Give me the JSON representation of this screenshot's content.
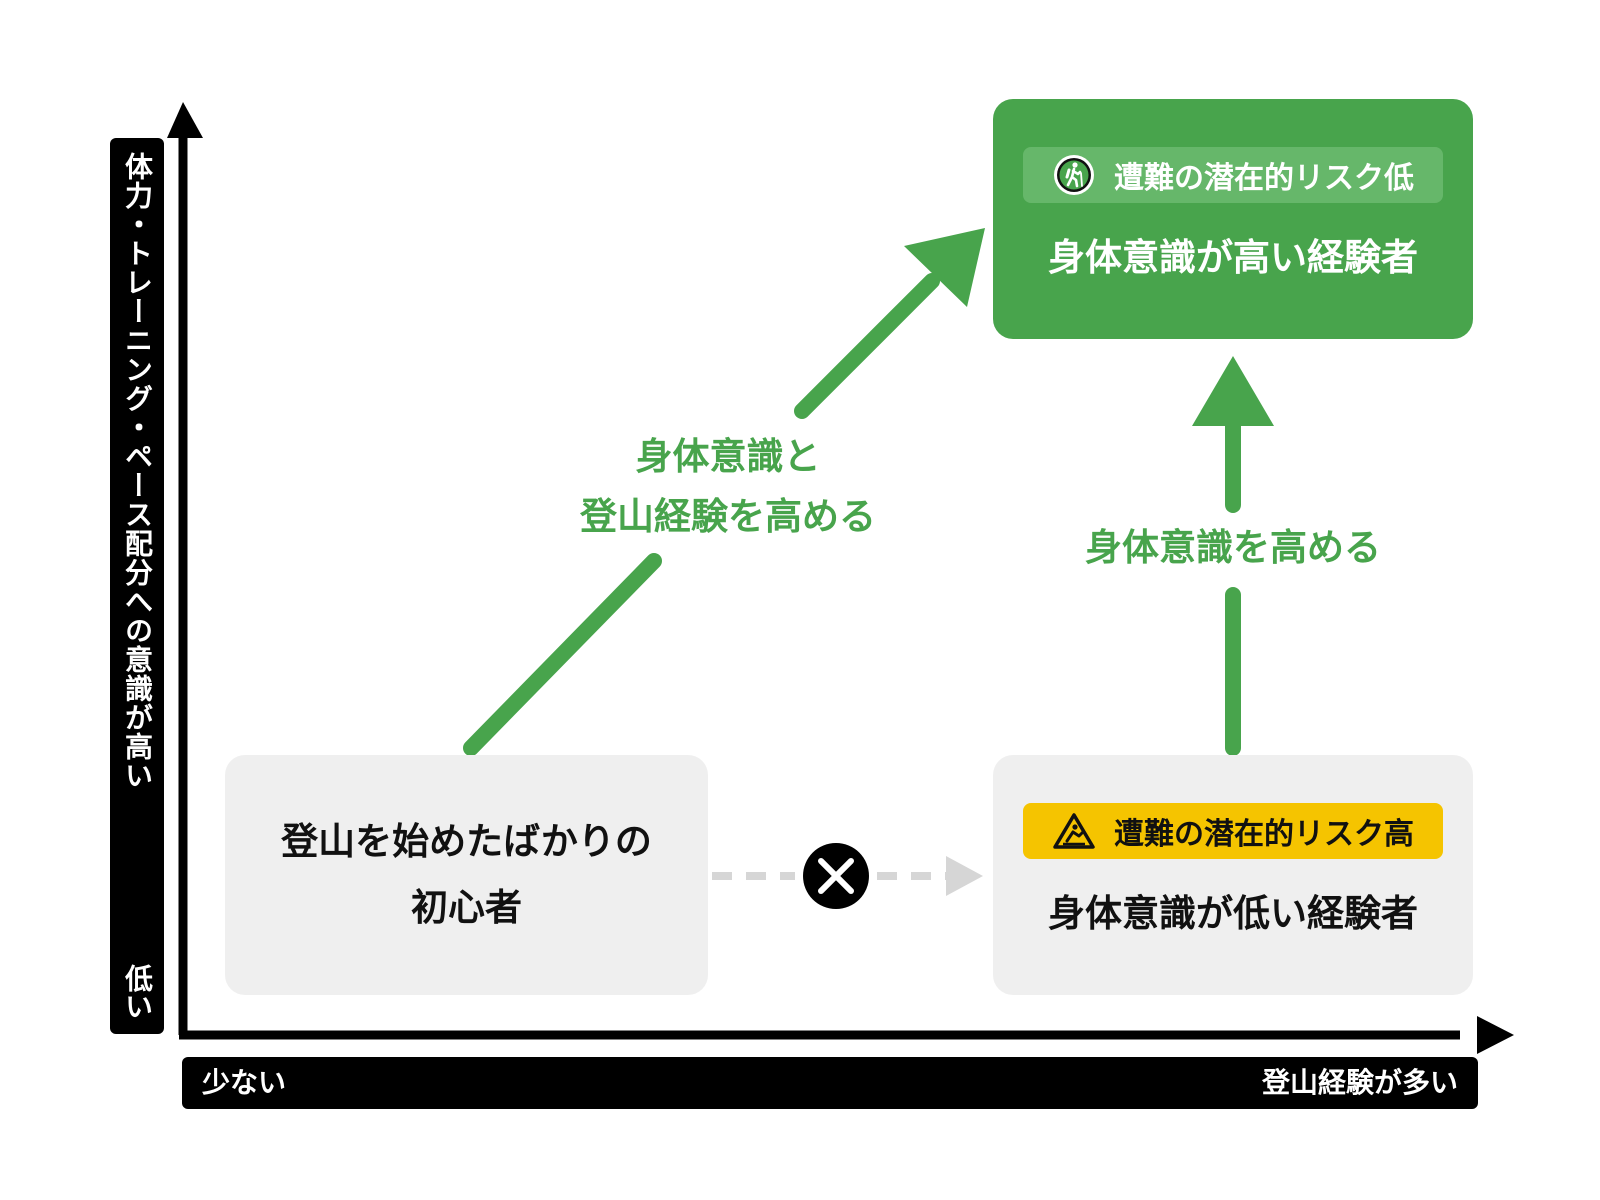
{
  "colors": {
    "accent_green": "#48a44c",
    "badge_green": "#66b76a",
    "warning_yellow": "#f5c400",
    "box_grey": "#efefef",
    "axis_black": "#000000",
    "dashed_grey": "#d6d6d6"
  },
  "y_axis": {
    "high_label": "体力・トレーニング・ペース配分への意識が高い",
    "low_label": "低い"
  },
  "x_axis": {
    "low_label": "少ない",
    "high_label": "登山経験が多い"
  },
  "boxes": {
    "beginner": {
      "line1": "登山を始めたばかりの",
      "line2": "初心者"
    },
    "low_awareness": {
      "badge_icon": "slip-warning-icon",
      "badge_text": "遭難の潜在的リスク高",
      "title": "身体意識が低い経験者"
    },
    "high_awareness": {
      "badge_icon": "hiker-icon",
      "badge_text": "遭難の潜在的リスク低",
      "title": "身体意識が高い経験者"
    }
  },
  "arrow_labels": {
    "diagonal_line1": "身体意識と",
    "diagonal_line2": "登山経験を高める",
    "vertical": "身体意識を高める"
  },
  "blocked_path_icon": "close-icon"
}
